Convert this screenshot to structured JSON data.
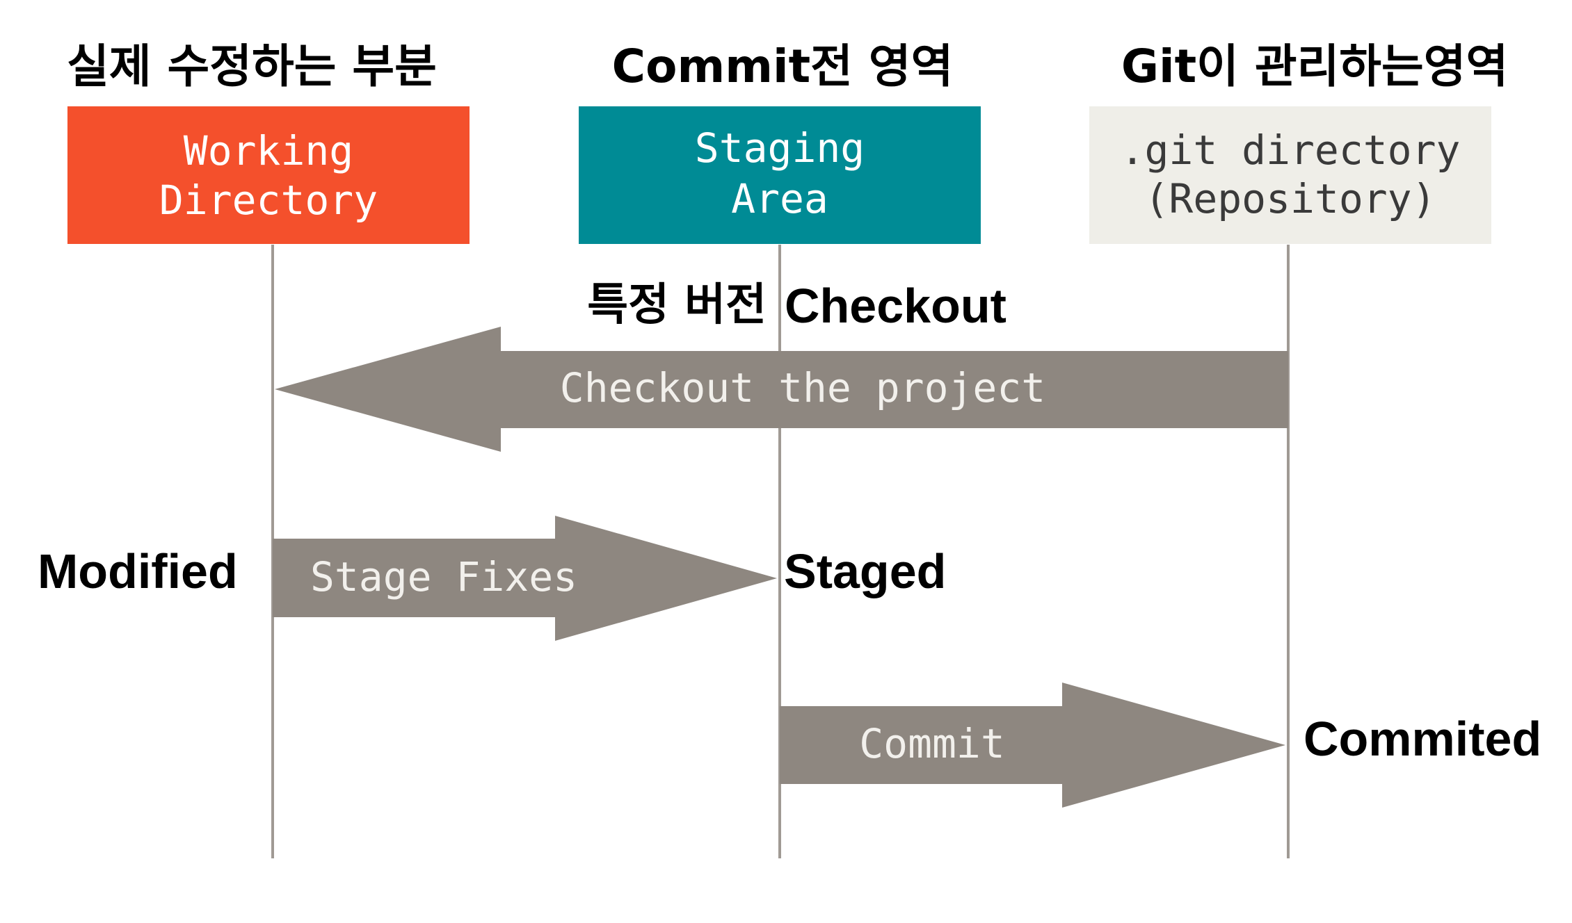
{
  "colors": {
    "working": "#F4502C",
    "staging": "#008B95",
    "repo": "#EFEEE8",
    "arrow": "#8E8780",
    "line": "#A09A94",
    "box_text_light": "#FFFFFF",
    "box_text_dark": "#3A3A3A",
    "arrow_text": "#F2F0EC"
  },
  "headers": {
    "working": "실제 수정하는 부분",
    "staging": "Commit전 영역",
    "repo": "Git이 관리하는영역"
  },
  "boxes": {
    "working": {
      "line1": "Working",
      "line2": "Directory"
    },
    "staging": {
      "line1": "Staging",
      "line2": "Area"
    },
    "repo": {
      "line1": ".git directory",
      "line2": "(Repository)"
    }
  },
  "arrows": {
    "checkout": "Checkout the project",
    "stage": "Stage Fixes",
    "commit": "Commit"
  },
  "annotations": {
    "checkout_kr": "특정 버전",
    "checkout_en": "Checkout",
    "modified": "Modified",
    "staged": "Staged",
    "committed": "Commited"
  }
}
